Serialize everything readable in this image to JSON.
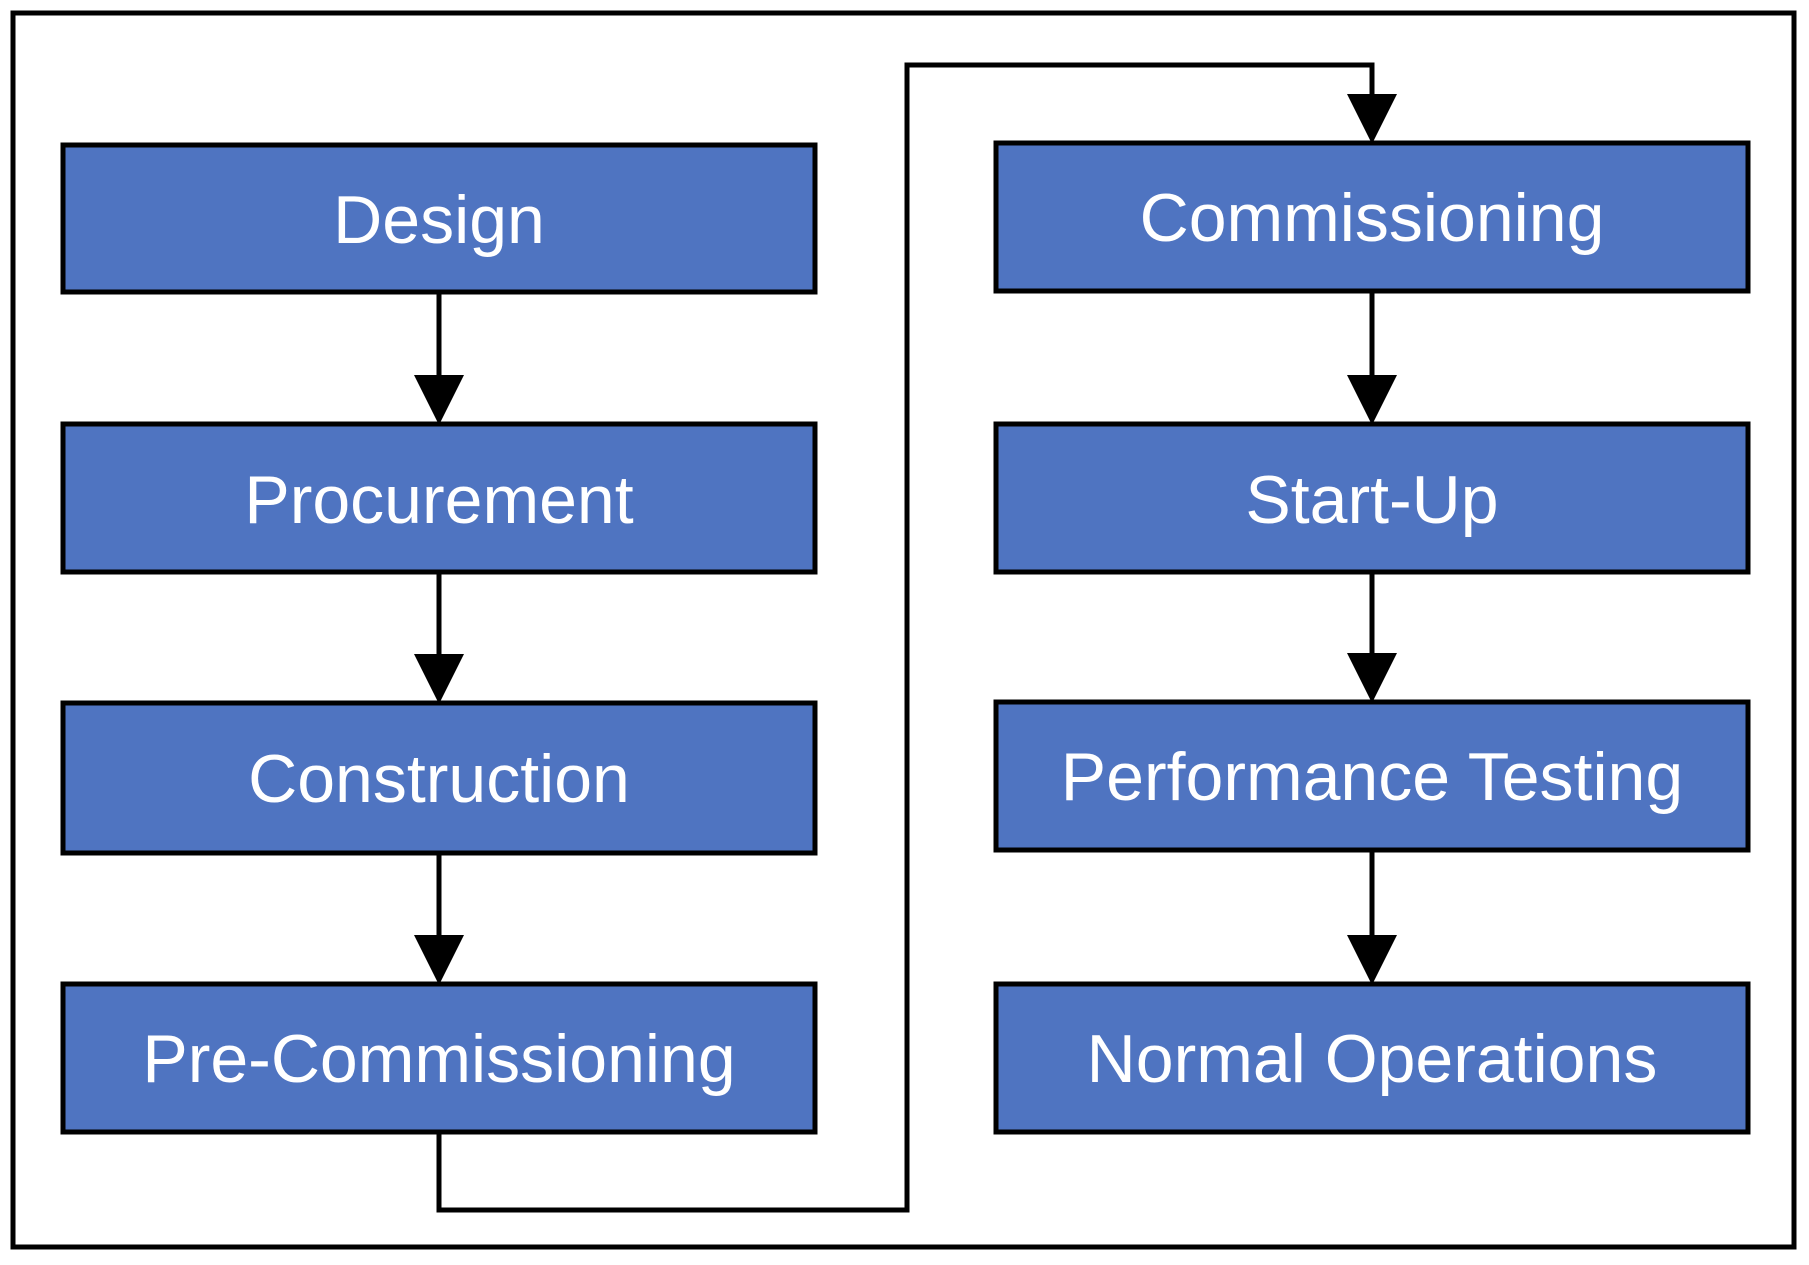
{
  "diagram": {
    "steps": [
      {
        "id": "design",
        "label": "Design"
      },
      {
        "id": "procurement",
        "label": "Procurement"
      },
      {
        "id": "construction",
        "label": "Construction"
      },
      {
        "id": "pre-commissioning",
        "label": "Pre-Commissioning"
      },
      {
        "id": "commissioning",
        "label": "Commissioning"
      },
      {
        "id": "start-up",
        "label": "Start-Up"
      },
      {
        "id": "performance-testing",
        "label": "Performance Testing"
      },
      {
        "id": "normal-operations",
        "label": "Normal Operations"
      }
    ],
    "edges": [
      {
        "from": "design",
        "to": "procurement"
      },
      {
        "from": "procurement",
        "to": "construction"
      },
      {
        "from": "construction",
        "to": "pre-commissioning"
      },
      {
        "from": "pre-commissioning",
        "to": "commissioning"
      },
      {
        "from": "commissioning",
        "to": "start-up"
      },
      {
        "from": "start-up",
        "to": "performance-testing"
      },
      {
        "from": "performance-testing",
        "to": "normal-operations"
      }
    ],
    "colors": {
      "box_fill": "#4F74C1",
      "box_stroke": "#000000",
      "text": "#FFFFFF",
      "frame": "#000000",
      "background": "#FFFFFF"
    }
  }
}
